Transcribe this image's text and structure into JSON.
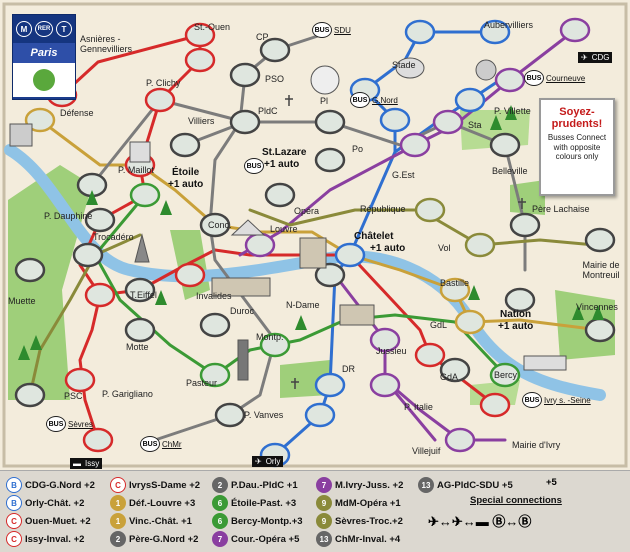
{
  "logo": {
    "m": "M",
    "rer": "RER",
    "t": "T",
    "paris": "Paris"
  },
  "warning_note": {
    "title": "Soyez-prudents!",
    "body": "Busses Connect with opposite colours only"
  },
  "stations": [
    "Asnières - Gennevilliers",
    "St.-Ouen",
    "CP",
    "Aubervilliers",
    "Stade",
    "P. Clichy",
    "PSO",
    "Pl",
    "PldC",
    "Défense",
    "Villiers",
    "St.Lazare",
    "Sta",
    "P. Villette",
    "P. Maillot",
    "Étoile",
    "+1 auto",
    "+1 auto",
    "Po",
    "G.Est",
    "Belleville",
    "P. Dauphine",
    "Opéra",
    "République",
    "Père Lachaise",
    "Conc.",
    "Louvre",
    "Châtelet",
    "+1 auto",
    "Trocadéro",
    "Vol",
    "Mairie de Montreuil",
    "Bastille",
    "Muette",
    "T.Eiffel",
    "Invalides",
    "N-Dame",
    "GdL",
    "Nation",
    "+1 auto",
    "Vincennes",
    "Duroc",
    "Motte",
    "Montp.",
    "Jussieu",
    "Pasteur",
    "DR",
    "Bercy",
    "GdA",
    "PSC",
    "P. Garigliano",
    "P. Italie",
    "P. Vanves",
    "Villejuif",
    "Mairie d'Ivry"
  ],
  "bus_stops": [
    "SDU",
    "Courneuve",
    "G.Nord",
    "Sèvres",
    "ChMr",
    "Ivry s. -Seine"
  ],
  "airports": [
    "CDG",
    "Orly",
    "Issy"
  ],
  "legend": {
    "rows": [
      [
        {
          "badge": "B",
          "color": "#2f6fd0",
          "text": "CDG-G.Nord +2"
        },
        {
          "badge": "C",
          "color": "#d62a2a",
          "text": "IvrysS-Dame +2"
        },
        {
          "badge": "2",
          "color": "#666",
          "text": "P.Dau.-PldC +1"
        },
        {
          "badge": "7",
          "color": "#8a3fa0",
          "text": "M.Ivry-Juss. +2"
        },
        {
          "badge": "13",
          "color": "#666",
          "text": "AG-PldC-SDU +5"
        }
      ],
      [
        {
          "badge": "B",
          "color": "#2f6fd0",
          "text": "Orly-Chât. +2"
        },
        {
          "badge": "1",
          "color": "#c9a13a",
          "text": "Déf.-Louvre +3"
        },
        {
          "badge": "6",
          "color": "#3b9a35",
          "text": "Étoile-Past. +3"
        },
        {
          "badge": "9",
          "color": "#8a8a3a",
          "text": "MdM-Opéra +1"
        }
      ],
      [
        {
          "badge": "C",
          "color": "#d62a2a",
          "text": "Ouen-Muet. +2"
        },
        {
          "badge": "1",
          "color": "#c9a13a",
          "text": "Vinc.-Chât. +1"
        },
        {
          "badge": "6",
          "color": "#3b9a35",
          "text": "Bercy-Montp.+3"
        },
        {
          "badge": "9",
          "color": "#8a8a3a",
          "text": "Sèvres-Troc.+2"
        }
      ],
      [
        {
          "badge": "C",
          "color": "#d62a2a",
          "text": "Issy-Inval. +2"
        },
        {
          "badge": "2",
          "color": "#666",
          "text": "Père-G.Nord +2"
        },
        {
          "badge": "7",
          "color": "#8a3fa0",
          "text": "Cour.-Opéra +5"
        },
        {
          "badge": "13",
          "color": "#666",
          "text": "ChMr-Inval. +4"
        }
      ]
    ],
    "special_title": "Special connections",
    "special_plus": "+5"
  }
}
